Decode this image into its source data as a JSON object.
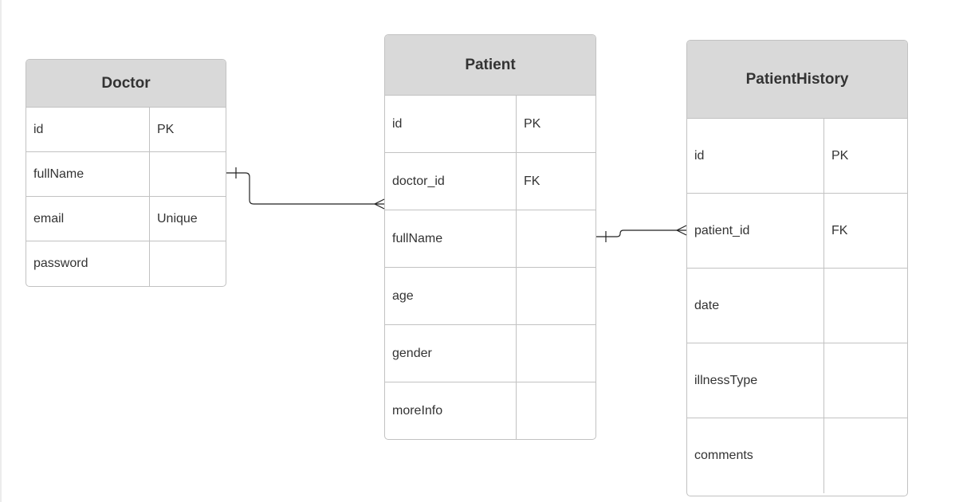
{
  "entities": [
    {
      "id": "doctor",
      "name": "Doctor",
      "rows": [
        {
          "name": "id",
          "key": "PK"
        },
        {
          "name": "fullName",
          "key": ""
        },
        {
          "name": "email",
          "key": "Unique"
        },
        {
          "name": "password",
          "key": ""
        }
      ]
    },
    {
      "id": "patient",
      "name": "Patient",
      "rows": [
        {
          "name": "id",
          "key": "PK"
        },
        {
          "name": "doctor_id",
          "key": "FK"
        },
        {
          "name": "fullName",
          "key": ""
        },
        {
          "name": "age",
          "key": ""
        },
        {
          "name": "gender",
          "key": ""
        },
        {
          "name": "moreInfo",
          "key": ""
        }
      ]
    },
    {
      "id": "patient-history",
      "name": "PatientHistory",
      "rows": [
        {
          "name": "id",
          "key": "PK"
        },
        {
          "name": "patient_id",
          "key": "FK"
        },
        {
          "name": "date",
          "key": ""
        },
        {
          "name": "illnessType",
          "key": ""
        },
        {
          "name": "comments",
          "key": ""
        }
      ]
    }
  ],
  "relationships": [
    {
      "from": "Doctor",
      "to": "Patient",
      "from_end": "one",
      "to_end": "many"
    },
    {
      "from": "Patient",
      "to": "PatientHistory",
      "from_end": "one",
      "to_end": "many"
    }
  ],
  "colors": {
    "header_fill": "#d9d9d9",
    "border": "#c2c2c2",
    "text": "#333333",
    "connector": "#222222"
  }
}
